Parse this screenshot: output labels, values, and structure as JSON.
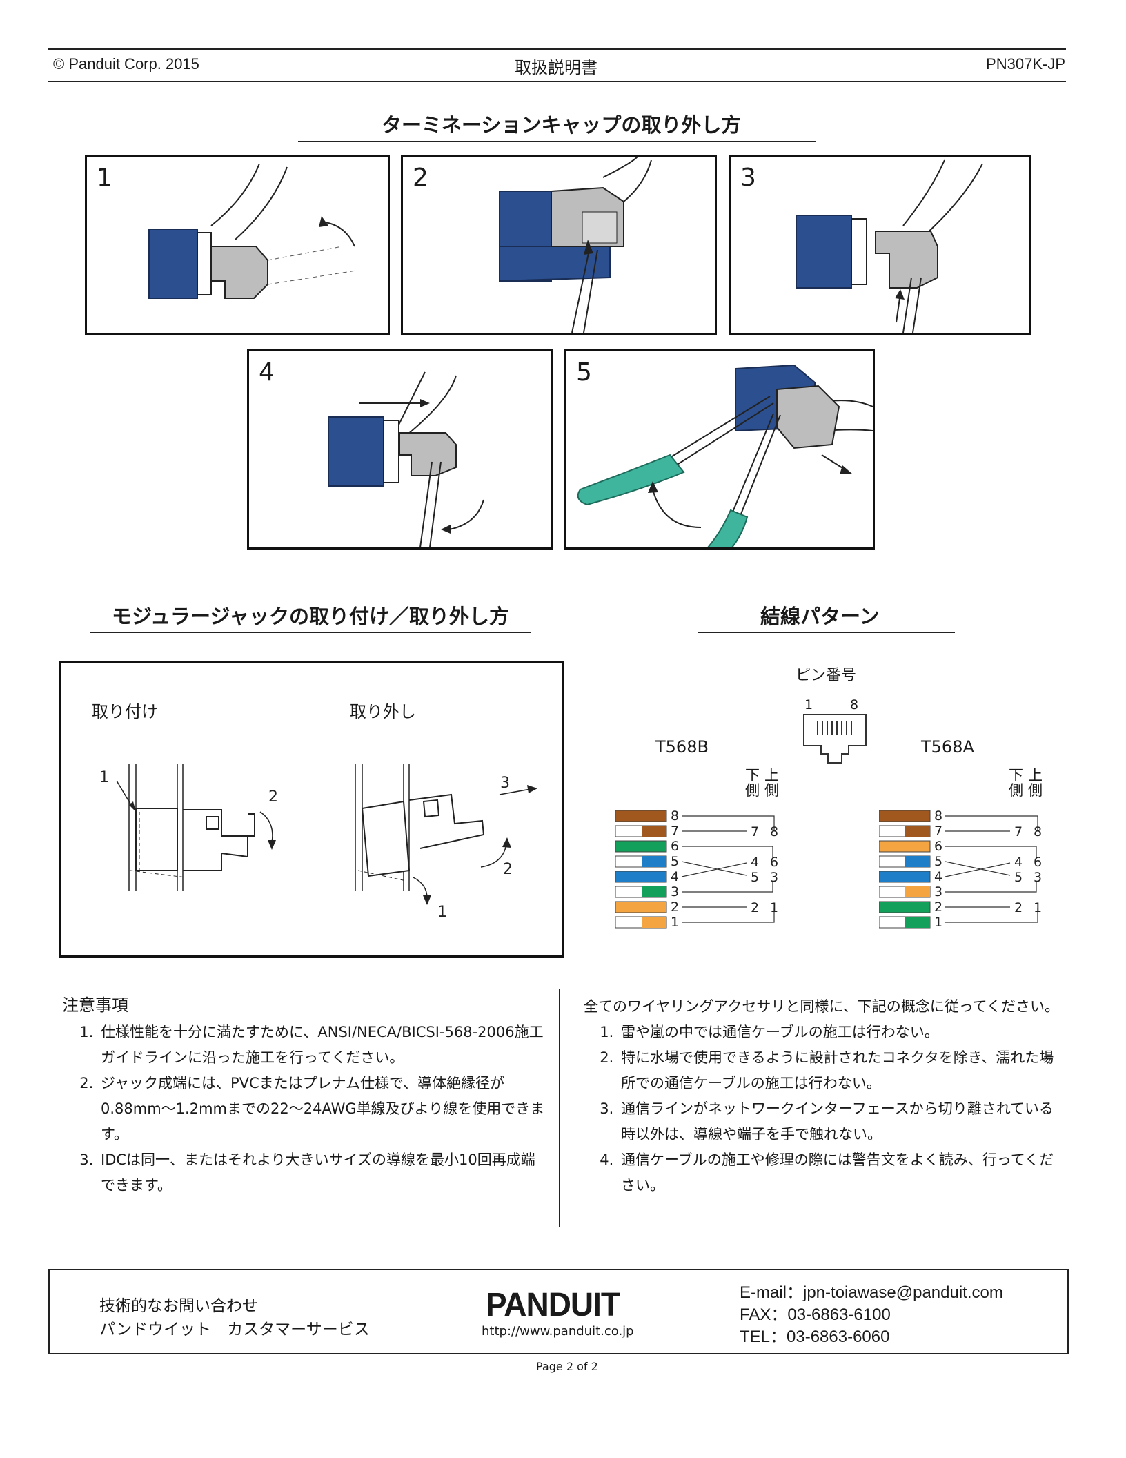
{
  "header": {
    "copyright": "© Panduit Corp. 2015",
    "doc_title": "取扱説明書",
    "part_no": "PN307K-JP"
  },
  "removal_section": {
    "title": "ターミネーションキャップの取り外し方",
    "steps": [
      "1",
      "2",
      "3",
      "4",
      "5"
    ]
  },
  "modular_section": {
    "title": "モジュラージャックの取り付け／取り外し方",
    "install_label": "取り付け",
    "remove_label": "取り外し",
    "install_callouts": [
      "1",
      "2"
    ],
    "remove_callouts": [
      "3",
      "2",
      "1"
    ]
  },
  "wiring_section": {
    "title": "結線パターン",
    "pin_label": "ピン番号",
    "pin_first": "1",
    "pin_last": "8",
    "side_lower": "下側",
    "side_upper": "上側",
    "t568b": {
      "name": "T568B",
      "pins": [
        "8",
        "7",
        "6",
        "5",
        "4",
        "3",
        "2",
        "1"
      ],
      "pairs": [
        [
          "7",
          "8"
        ],
        [
          "4",
          "6"
        ],
        [
          "5",
          "3"
        ],
        [
          "2",
          "1"
        ]
      ],
      "colors": [
        {
          "base": "#a0581e",
          "stripe": null
        },
        {
          "base": "#ffffff",
          "stripe": "#a0581e"
        },
        {
          "base": "#12a05a",
          "stripe": null
        },
        {
          "base": "#ffffff",
          "stripe": "#1e7fc8"
        },
        {
          "base": "#1e7fc8",
          "stripe": null
        },
        {
          "base": "#ffffff",
          "stripe": "#12a05a"
        },
        {
          "base": "#f5a442",
          "stripe": null
        },
        {
          "base": "#ffffff",
          "stripe": "#f5a442"
        }
      ]
    },
    "t568a": {
      "name": "T568A",
      "pins": [
        "8",
        "7",
        "6",
        "5",
        "4",
        "3",
        "2",
        "1"
      ],
      "pairs": [
        [
          "7",
          "8"
        ],
        [
          "4",
          "6"
        ],
        [
          "5",
          "3"
        ],
        [
          "2",
          "1"
        ]
      ],
      "colors": [
        {
          "base": "#a0581e",
          "stripe": null
        },
        {
          "base": "#ffffff",
          "stripe": "#a0581e"
        },
        {
          "base": "#f5a442",
          "stripe": null
        },
        {
          "base": "#ffffff",
          "stripe": "#1e7fc8"
        },
        {
          "base": "#1e7fc8",
          "stripe": null
        },
        {
          "base": "#ffffff",
          "stripe": "#f5a442"
        },
        {
          "base": "#12a05a",
          "stripe": null
        },
        {
          "base": "#ffffff",
          "stripe": "#12a05a"
        }
      ]
    }
  },
  "cautions": {
    "title": "注意事項",
    "items": [
      "仕様性能を十分に満たすために、ANSI/NECA/BICSI-568-2006施工ガイドラインに沿った施工を行ってください。",
      "ジャック成端には、PVCまたはプレナム仕様で、導体絶縁径が0.88mm〜1.2mmまでの22〜24AWG単線及びより線を使用できます。",
      "IDCは同一、またはそれより大きいサイズの導線を最小10回再成端できます。"
    ]
  },
  "safety": {
    "intro": "全てのワイヤリングアクセサリと同様に、下記の概念に従ってください。",
    "items": [
      "雷や嵐の中では通信ケーブルの施工は行わない。",
      "特に水場で使用できるように設計されたコネクタを除き、濡れた場所での通信ケーブルの施工は行わない。",
      "通信ラインがネットワークインターフェースから切り離されている時以外は、導線や端子を手で触れない。",
      "通信ケーブルの施工や修理の際には警告文をよく読み、行ってください。"
    ]
  },
  "footer": {
    "contact_line1": "技術的なお問い合わせ",
    "contact_line2": "パンドウイット　カスタマーサービス",
    "logo_text": "PANDUIT",
    "url": "http://www.panduit.co.jp",
    "email": "E-mail：jpn-toiawase@panduit.com",
    "fax": "FAX：03-6863-6100",
    "tel": "TEL：03-6863-6060",
    "page": "Page 2 of 2"
  },
  "palette": {
    "jack_blue": "#2b4f8f",
    "cap_gray": "#bdbdbd",
    "screwdriver_teal": "#3fb59d"
  }
}
